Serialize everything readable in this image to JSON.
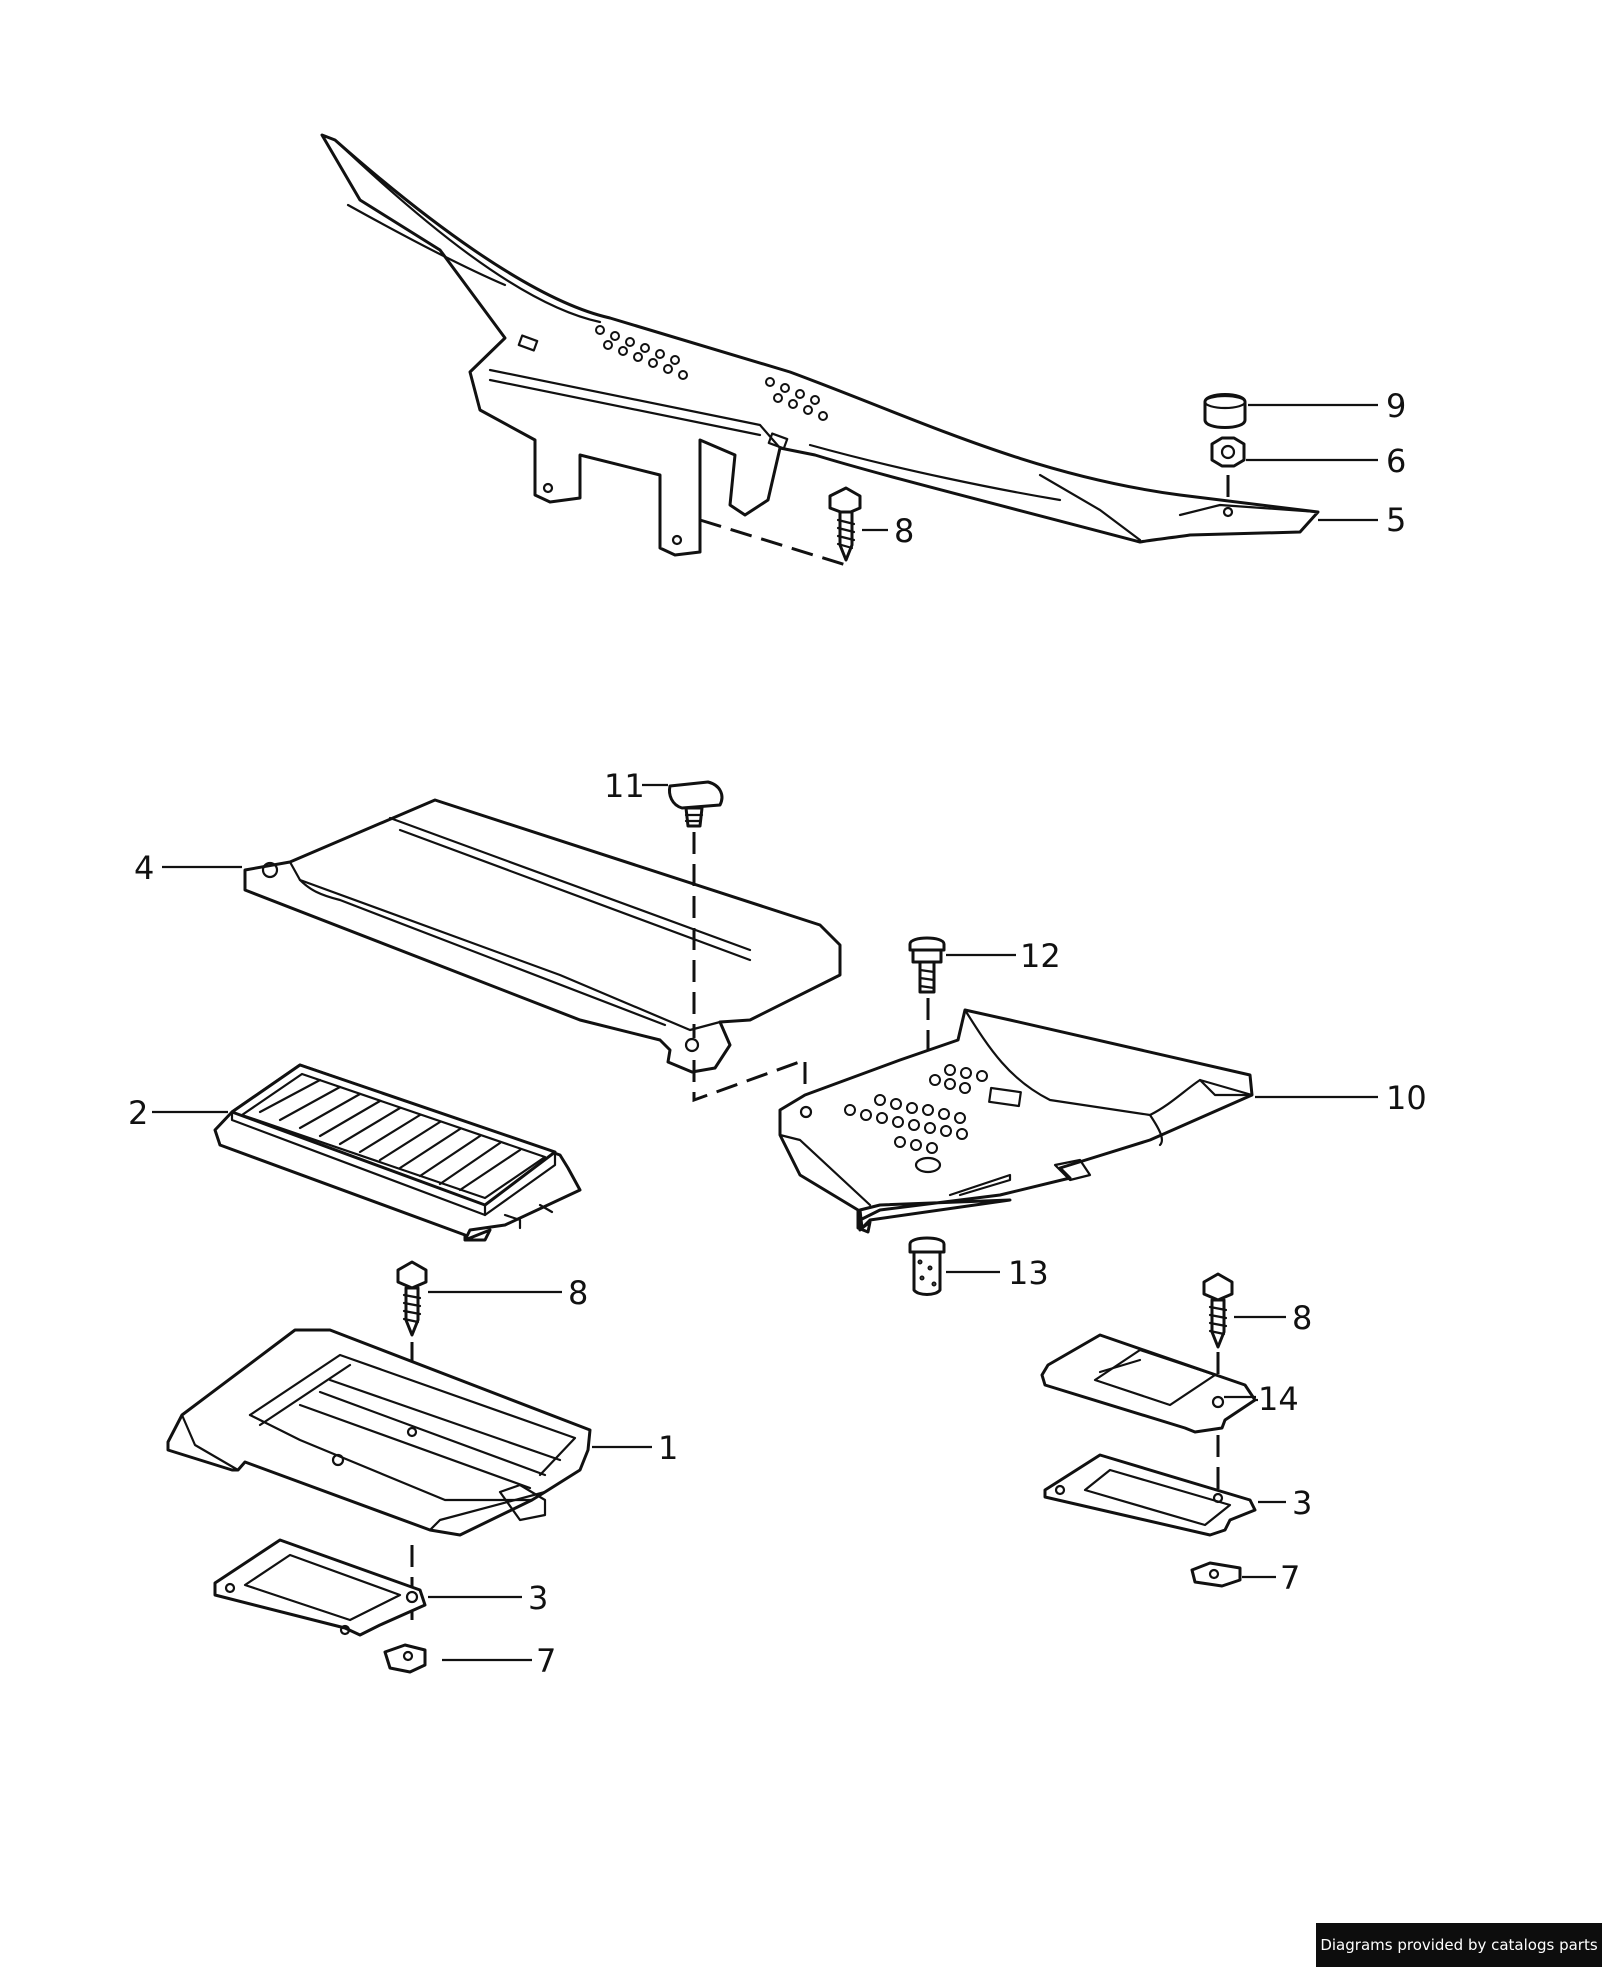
{
  "callouts": {
    "c9": "9",
    "c6": "6",
    "c5": "5",
    "c8_top": "8",
    "c11": "11",
    "c4": "4",
    "c12": "12",
    "c10": "10",
    "c2": "2",
    "c13": "13",
    "c8_left": "8",
    "c8_right": "8",
    "c1": "1",
    "c14": "14",
    "c3_left": "3",
    "c3_right": "3",
    "c7_left": "7",
    "c7_right": "7"
  },
  "credit": {
    "text": "Diagrams provided by catalogs parts"
  },
  "colors": {
    "line": "#111111",
    "background": "#ffffff",
    "credit_bg": "#0d0d0d",
    "credit_text": "#ffffff"
  }
}
